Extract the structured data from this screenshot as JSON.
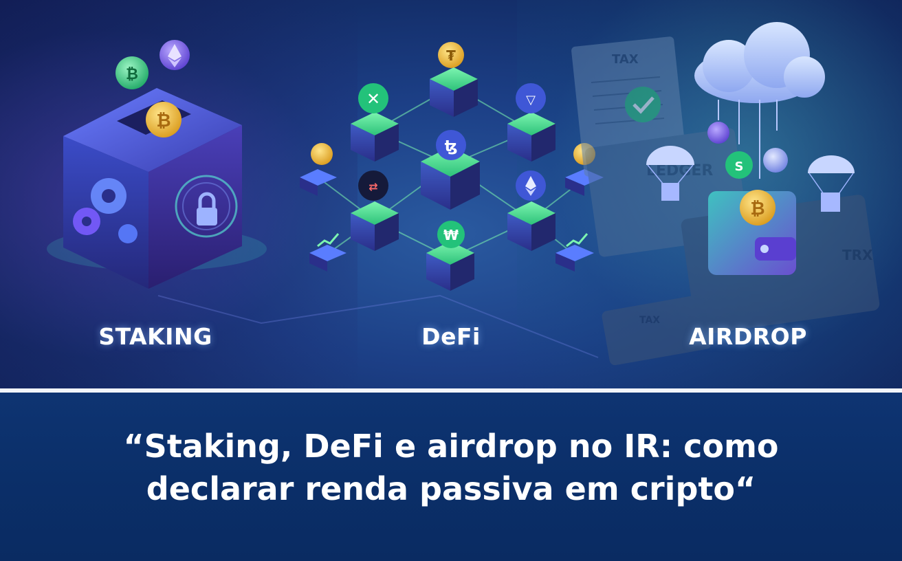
{
  "illustration": {
    "sections": [
      {
        "label": "STAKING",
        "icon": "staking-vault-icon"
      },
      {
        "label": "DeFi",
        "icon": "defi-network-icon"
      },
      {
        "label": "AIRDROP",
        "icon": "airdrop-cloud-icon"
      }
    ],
    "tax_doc_label": "TAX",
    "ledger_label": "LEDGER",
    "calculator_label": "TRX",
    "tax_slip_label": "TAX"
  },
  "headline": {
    "line1": "“Staking, DeFi e airdrop no IR: como",
    "line2": "declarar renda passiva em cripto“"
  },
  "colors": {
    "banner_bg": "#0b2f69",
    "divider": "#f2f5fa",
    "text": "#ffffff",
    "accent_green": "#3fe08a",
    "accent_purple": "#7b5cff"
  }
}
